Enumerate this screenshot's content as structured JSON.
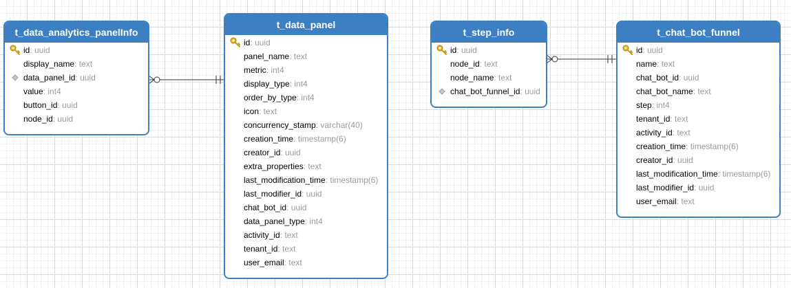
{
  "tables": [
    {
      "title": "t_data_analytics_panelInfo",
      "columns": [
        {
          "name": "id",
          "type": ": uuid",
          "icon": "primary-key-icon"
        },
        {
          "name": "display_name",
          "type": ": text",
          "icon": ""
        },
        {
          "name": "data_panel_id",
          "type": ": uuid",
          "icon": "foreign-key-icon"
        },
        {
          "name": "value",
          "type": ": int4",
          "icon": ""
        },
        {
          "name": "button_id",
          "type": ": uuid",
          "icon": ""
        },
        {
          "name": "node_id",
          "type": ": uuid",
          "icon": ""
        }
      ]
    },
    {
      "title": "t_data_panel",
      "columns": [
        {
          "name": "id",
          "type": ": uuid",
          "icon": "primary-key-icon"
        },
        {
          "name": "panel_name",
          "type": ": text",
          "icon": ""
        },
        {
          "name": "metric",
          "type": ": int4",
          "icon": ""
        },
        {
          "name": "display_type",
          "type": ": int4",
          "icon": ""
        },
        {
          "name": "order_by_type",
          "type": ": int4",
          "icon": ""
        },
        {
          "name": "icon",
          "type": ": text",
          "icon": ""
        },
        {
          "name": "concurrency_stamp",
          "type": ": varchar(40)",
          "icon": ""
        },
        {
          "name": "creation_time",
          "type": ": timestamp(6)",
          "icon": ""
        },
        {
          "name": "creator_id",
          "type": ": uuid",
          "icon": ""
        },
        {
          "name": "extra_properties",
          "type": ": text",
          "icon": ""
        },
        {
          "name": "last_modification_time",
          "type": ": timestamp(6)",
          "icon": ""
        },
        {
          "name": "last_modifier_id",
          "type": ": uuid",
          "icon": ""
        },
        {
          "name": "chat_bot_id",
          "type": ": uuid",
          "icon": ""
        },
        {
          "name": "data_panel_type",
          "type": ": int4",
          "icon": ""
        },
        {
          "name": "activity_id",
          "type": ": text",
          "icon": ""
        },
        {
          "name": "tenant_id",
          "type": ": text",
          "icon": ""
        },
        {
          "name": "user_email",
          "type": ": text",
          "icon": ""
        }
      ]
    },
    {
      "title": "t_step_info",
      "columns": [
        {
          "name": "id",
          "type": ": uuid",
          "icon": "primary-key-icon"
        },
        {
          "name": "node_id",
          "type": ": text",
          "icon": ""
        },
        {
          "name": "node_name",
          "type": ": text",
          "icon": ""
        },
        {
          "name": "chat_bot_funnel_id",
          "type": ": uuid",
          "icon": "foreign-key-icon"
        }
      ]
    },
    {
      "title": "t_chat_bot_funnel",
      "columns": [
        {
          "name": "id",
          "type": ": uuid",
          "icon": "primary-key-icon"
        },
        {
          "name": "name",
          "type": ": text",
          "icon": ""
        },
        {
          "name": "chat_bot_id",
          "type": ": uuid",
          "icon": ""
        },
        {
          "name": "chat_bot_name",
          "type": ": text",
          "icon": ""
        },
        {
          "name": "step",
          "type": ": int4",
          "icon": ""
        },
        {
          "name": "tenant_id",
          "type": ": text",
          "icon": ""
        },
        {
          "name": "activity_id",
          "type": ": text",
          "icon": ""
        },
        {
          "name": "creation_time",
          "type": ": timestamp(6)",
          "icon": ""
        },
        {
          "name": "creator_id",
          "type": ": uuid",
          "icon": ""
        },
        {
          "name": "last_modification_time",
          "type": ": timestamp(6)",
          "icon": ""
        },
        {
          "name": "last_modifier_id",
          "type": ": uuid",
          "icon": ""
        },
        {
          "name": "user_email",
          "type": ": text",
          "icon": ""
        }
      ]
    }
  ],
  "relationships": [
    {
      "from_table": "t_data_analytics_panelInfo",
      "to_table": "t_data_panel",
      "from_end": "zero-or-many",
      "to_end": "one-only"
    },
    {
      "from_table": "t_step_info",
      "to_table": "t_chat_bot_funnel",
      "from_end": "zero-or-many",
      "to_end": "one-only"
    }
  ],
  "colors": {
    "header": "#3c80c3",
    "border": "#3c80c3",
    "type_text": "#9a9a9a",
    "key_icon": "#e8b820",
    "fk_icon": "#b5b5b5"
  }
}
